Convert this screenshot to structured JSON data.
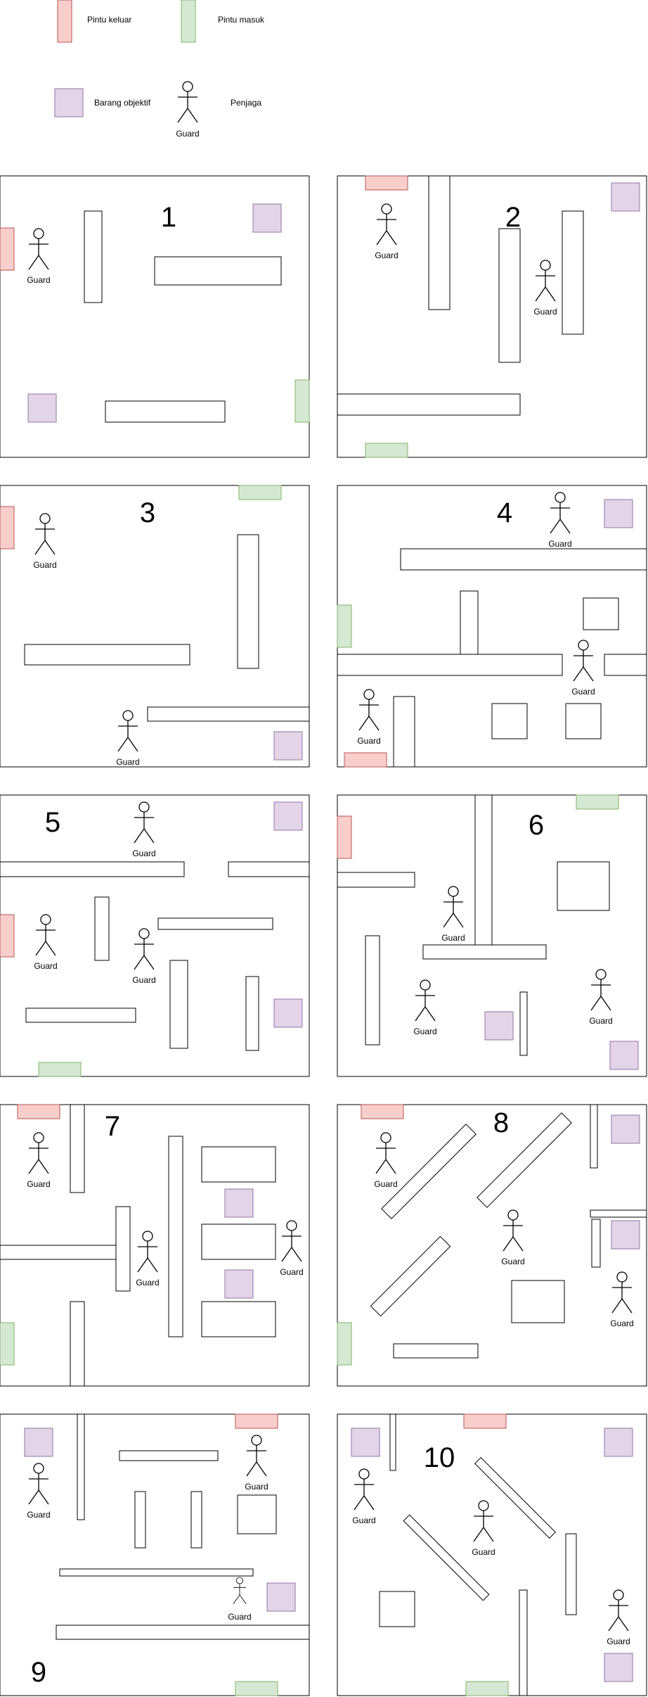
{
  "legend": {
    "exit_door": "Pintu keluar",
    "entry_door": "Pintu masuk",
    "objective_item": "Barang objektif",
    "guard_label": "Guard",
    "guard_caption": "Penjaga"
  },
  "colors": {
    "exit_fill": "#f8cecc",
    "exit_stroke": "#b85450",
    "entry_fill": "#d5e8d4",
    "entry_stroke": "#82b366",
    "objective_fill": "#e1d5e7",
    "objective_stroke": "#9673a6",
    "wall_stroke": "#000000"
  },
  "maps": [
    {
      "number": "1",
      "guard_labels": [
        "Guard"
      ]
    },
    {
      "number": "2",
      "guard_labels": [
        "Guard",
        "Guard"
      ]
    },
    {
      "number": "3",
      "guard_labels": [
        "Guard",
        "Guard"
      ]
    },
    {
      "number": "4",
      "guard_labels": [
        "Guard",
        "Guard",
        "Guard"
      ]
    },
    {
      "number": "5",
      "guard_labels": [
        "Guard",
        "Guard",
        "Guard"
      ]
    },
    {
      "number": "6",
      "guard_labels": [
        "Guard",
        "Guard",
        "Guard"
      ]
    },
    {
      "number": "7",
      "guard_labels": [
        "Guard",
        "Guard",
        "Guard"
      ]
    },
    {
      "number": "8",
      "guard_labels": [
        "Guard",
        "Guard",
        "Guard"
      ]
    },
    {
      "number": "9",
      "guard_labels": [
        "Guard",
        "Guard",
        "Guard"
      ]
    },
    {
      "number": "10",
      "guard_labels": [
        "Guard",
        "Guard",
        "Guard"
      ]
    }
  ]
}
